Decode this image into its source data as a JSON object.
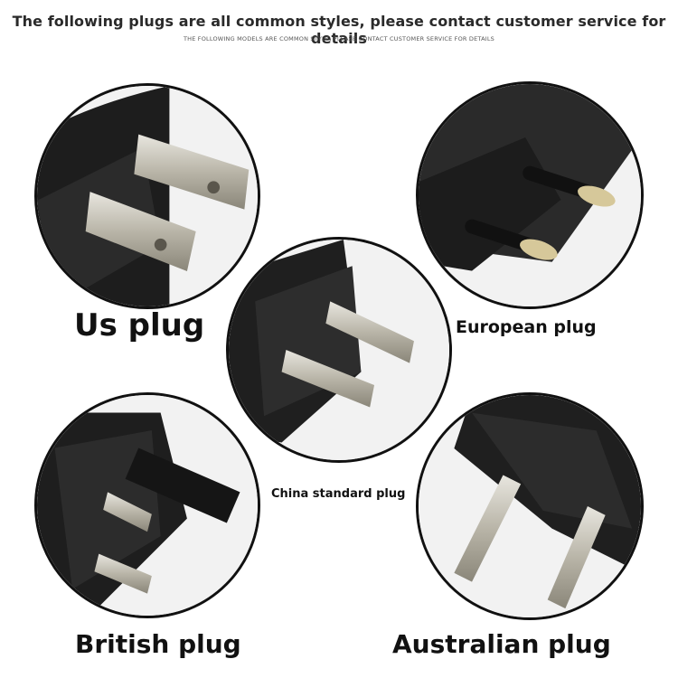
{
  "header": {
    "title": "The following plugs are all common styles, please contact customer service for details",
    "subtitle": "THE FOLLOWING MODELS ARE COMMON STYLE, PLEASE CONTACT CUSTOMER SERVICE FOR DETAILS"
  },
  "plugs": {
    "us": {
      "label": "Us plug"
    },
    "eu": {
      "label": "European plug"
    },
    "cn": {
      "label": "China standard plug"
    },
    "uk": {
      "label": "British plug"
    },
    "au": {
      "label": "Australian plug"
    }
  }
}
